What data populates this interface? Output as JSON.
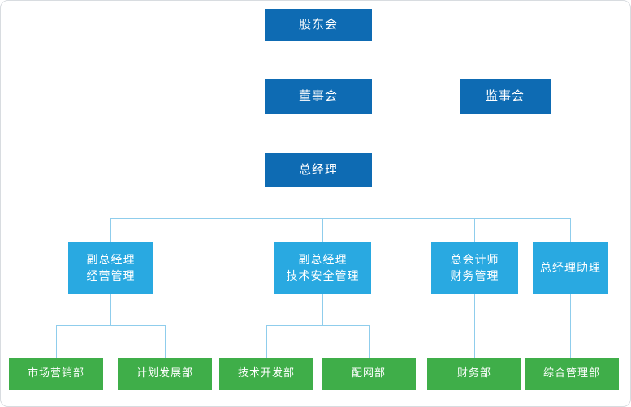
{
  "colors": {
    "dark_blue": "#0e6bb3",
    "light_blue": "#29a9e1",
    "green": "#3fae49",
    "connector": "#8fcdec",
    "box_text": "#ffffff",
    "border": "#d8dce0"
  },
  "org_chart": {
    "type": "organization-chart",
    "nodes": {
      "shareholders": {
        "label": "股东会"
      },
      "board": {
        "label": "董事会"
      },
      "supervisory": {
        "label": "监事会"
      },
      "general_manager": {
        "label": "总经理"
      },
      "deputies": [
        {
          "line1": "副总经理",
          "line2": "经营管理"
        },
        {
          "line1": "副总经理",
          "line2": "技术安全管理"
        },
        {
          "line1": "总会计师",
          "line2": "财务管理"
        },
        {
          "line1": "总经理助理",
          "line2": ""
        }
      ],
      "departments": [
        {
          "label": "市场营销部"
        },
        {
          "label": "计划发展部"
        },
        {
          "label": "技术开发部"
        },
        {
          "label": "配网部"
        },
        {
          "label": "财务部"
        },
        {
          "label": "综合管理部"
        }
      ]
    },
    "edges": [
      "shareholders-board",
      "board-supervisory",
      "board-general_manager",
      "general_manager-deputies",
      "deputy0-departments(市场营销部,计划发展部)",
      "deputy1-departments(技术开发部,配网部)",
      "deputy2-department(财务部)",
      "deputy3-department(综合管理部)"
    ]
  }
}
